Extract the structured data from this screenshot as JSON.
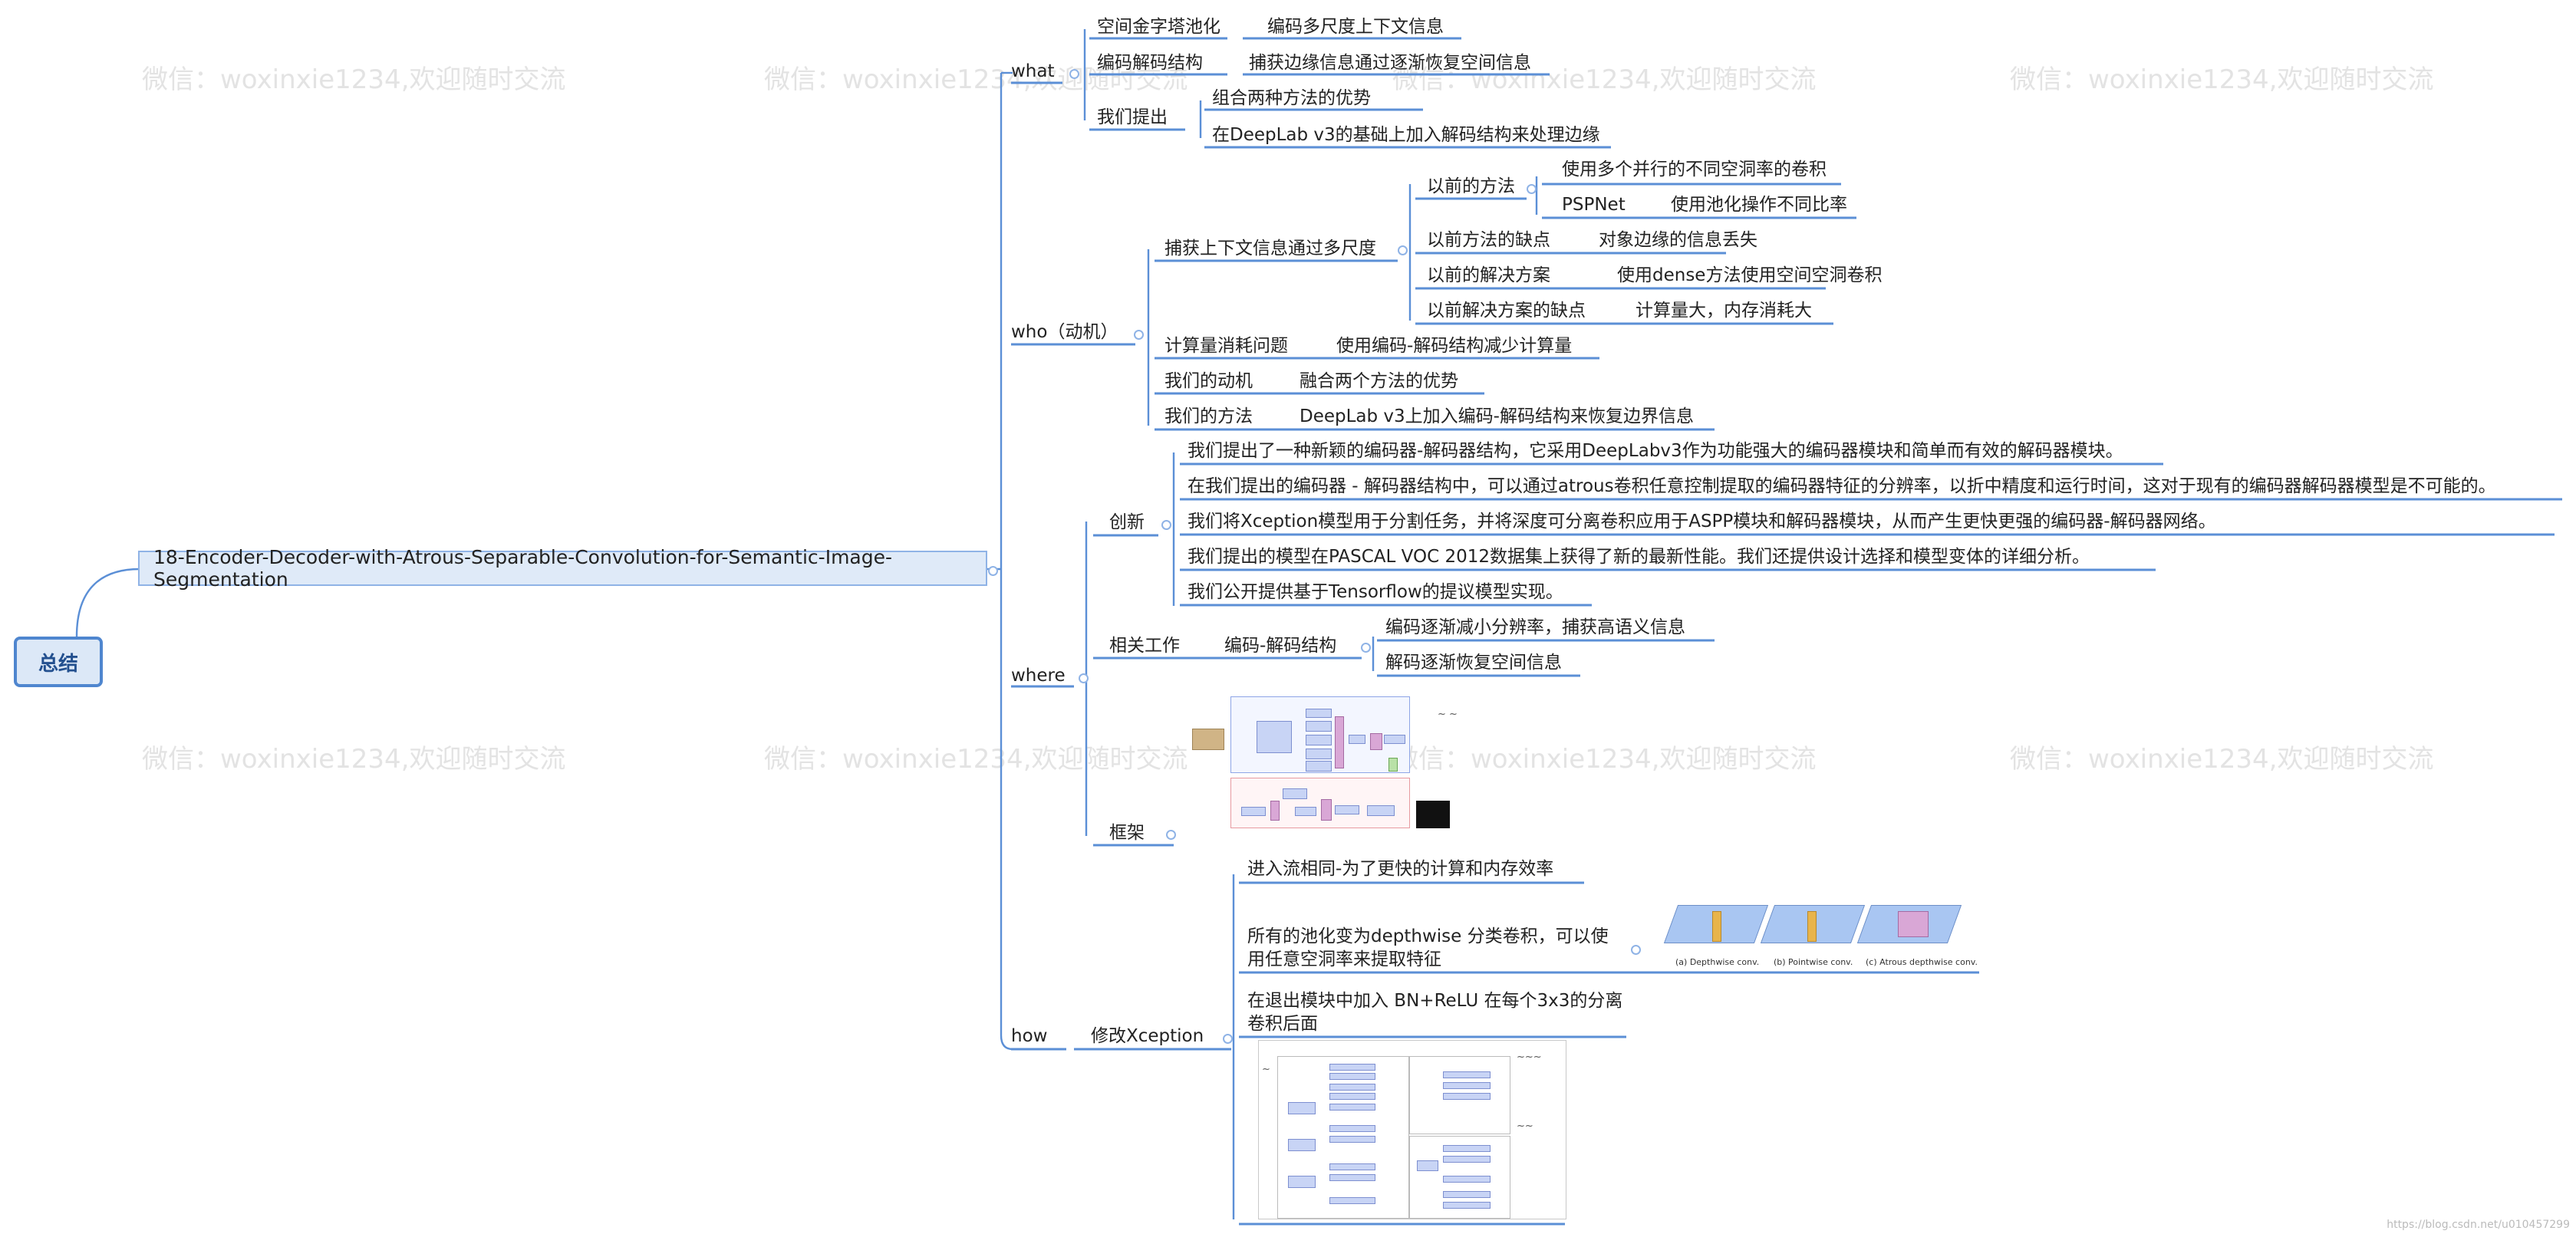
{
  "watermark": "微信：woxinxie1234,欢迎随时交流",
  "root": "总结",
  "title": "18-Encoder-Decoder-with-Atrous-Separable-Convolution-for-Semantic-Image-Segmentation",
  "what": {
    "label": "what",
    "items": [
      {
        "label": "空间金字塔池化",
        "child": "编码多尺度上下文信息"
      },
      {
        "label": "编码解码结构",
        "child": "捕获边缘信息通过逐渐恢复空间信息"
      },
      {
        "label": "我们提出",
        "children": [
          "组合两种方法的优势",
          "在DeepLab v3的基础上加入解码结构来处理边缘"
        ]
      }
    ]
  },
  "who": {
    "label": "who（动机）",
    "capture": {
      "label": "捕获上下文信息通过多尺度",
      "prev_methods": {
        "label": "以前的方法",
        "children": [
          "使用多个并行的不同空洞率的卷积"
        ],
        "pspnet": "PSPNet",
        "pspnet_child": "使用池化操作不同比率"
      },
      "prev_weak": {
        "label": "以前方法的缺点",
        "child": "对象边缘的信息丢失"
      },
      "prev_solution": {
        "label": "以前的解决方案",
        "child": "使用dense方法使用空间空洞卷积"
      },
      "prev_solution_weak": {
        "label": "以前解决方案的缺点",
        "child": "计算量大，内存消耗大"
      }
    },
    "compute": {
      "label": "计算量消耗问题",
      "child": "使用编码-解码结构减少计算量"
    },
    "motivation": {
      "label": "我们的动机",
      "child": "融合两个方法的优势"
    },
    "method": {
      "label": "我们的方法",
      "child": "DeepLab v3上加入编码-解码结构来恢复边界信息"
    }
  },
  "where": {
    "label": "where",
    "innovation": {
      "label": "创新",
      "items": [
        "我们提出了一种新颖的编码器-解码器结构，它采用DeepLabv3作为功能强大的编码器模块和简单而有效的解码器模块。",
        "在我们提出的编码器 - 解码器结构中，可以通过atrous卷积任意控制提取的编码器特征的分辨率，以折中精度和运行时间，这对于现有的编码器解码器模型是不可能的。",
        "我们将Xception模型用于分割任务，并将深度可分离卷积应用于ASPP模块和解码器模块，从而产生更快更强的编码器-解码器网络。",
        "我们提出的模型在PASCAL VOC 2012数据集上获得了新的最新性能。我们还提供设计选择和模型变体的详细分析。",
        "我们公开提供基于Tensorflow的提议模型实现。"
      ]
    },
    "related": {
      "label": "相关工作",
      "child": "编码-解码结构",
      "grandchildren": [
        "编码逐渐减小分辨率，捕获高语义信息",
        "解码逐渐恢复空间信息"
      ]
    },
    "framework": {
      "label": "框架"
    }
  },
  "how": {
    "label": "how",
    "xception": {
      "label": "修改Xception",
      "items": [
        "进入流相同-为了更快的计算和内存效率",
        "所有的池化变为depthwise 分类卷积，可以使用任意空洞率来提取特征",
        "在退出模块中加入 BN+ReLU 在每个3x3的分离卷积后面"
      ]
    }
  },
  "figure_captions": [
    "(a) Depthwise conv.",
    "(b) Pointwise conv.",
    "(c) Atrous depthwise conv."
  ],
  "credit": "https://blog.csdn.net/u010457299",
  "colors": {
    "line": "#5b8fd6",
    "root_fill": "#dce8f7",
    "root_border": "#4f86cf",
    "watermark": "#e3e3e3"
  }
}
